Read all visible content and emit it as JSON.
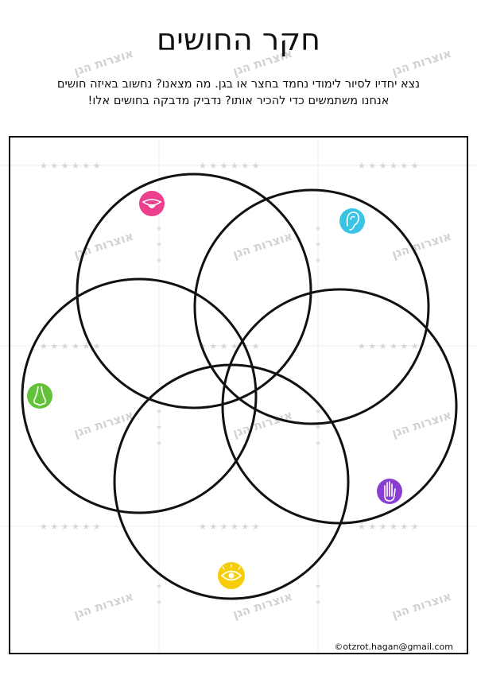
{
  "title": "חקר החושים",
  "intro_lines": [
    "נצא יחדיו לסיור לימודי נחמד בחצר או בגן. מה מצאנו? נחשוב באיזה חושים",
    "אנחנו משתמשים כדי להכיר אותו? נדביק מדבקה בחושים אלו!"
  ],
  "watermark_text": "אוצרות הגן",
  "credit": "©otzrot.hagan@gmail.com",
  "senses": [
    {
      "name": "taste-mouth-icon",
      "color": "#ec3f8d"
    },
    {
      "name": "hearing-ear-icon",
      "color": "#3bc3e6"
    },
    {
      "name": "smell-nose-icon",
      "color": "#63c239"
    },
    {
      "name": "touch-hand-icon",
      "color": "#8a3ed1"
    },
    {
      "name": "sight-eye-icon",
      "color": "#f5cd08"
    }
  ]
}
